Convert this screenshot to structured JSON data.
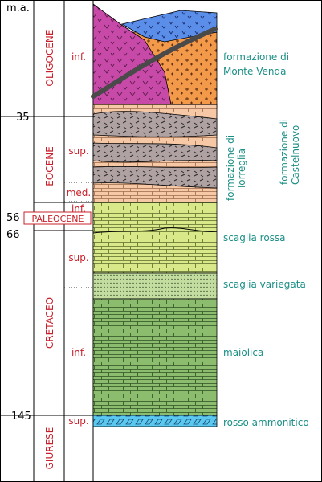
{
  "axis": {
    "unit_label": "m.a.",
    "ticks": [
      "35",
      "56",
      "66",
      "145"
    ]
  },
  "periods": [
    {
      "name": "OLIGOCENE"
    },
    {
      "name": "EOCENE"
    },
    {
      "name": "PALEOCENE"
    },
    {
      "name": "CRETACEO"
    },
    {
      "name": "GIURESE"
    }
  ],
  "subdivisions": {
    "oligocene_inf": "inf.",
    "eocene_sup": "sup.",
    "eocene_med": "med.",
    "eocene_inf": "inf.",
    "cretaceo_sup": "sup.",
    "cretaceo_inf": "inf.",
    "giurese_sup": "sup."
  },
  "formations": {
    "monte_venda_1": "formazione di",
    "monte_venda_2": "Monte Venda",
    "torreglia_1": "formazione di",
    "torreglia_2": "Torreglia",
    "castelnuovo_1": "formazione di",
    "castelnuovo_2": "Castelnuovo",
    "scaglia_rossa": "scaglia rossa",
    "scaglia_variegata": "scaglia variegata",
    "maiolica": "maiolica",
    "rosso_ammonitico": "rosso ammonitico"
  },
  "colors": {
    "era_text": "#c8202a",
    "formation_text": "#1c8f86",
    "magenta_volcanic": "#c84aa8",
    "orange_intrusion": "#f39a4a",
    "blue_top": "#5b8ee8",
    "salmon_brick": "#f7c8a6",
    "gray_marl": "#b0a2a2",
    "scaglia_rossa_green": "#d9e98a",
    "variegata_green": "#c3dda0",
    "maiolica_green": "#8cbd6f",
    "rosso_ammonitico_cyan": "#5ac8f0"
  }
}
